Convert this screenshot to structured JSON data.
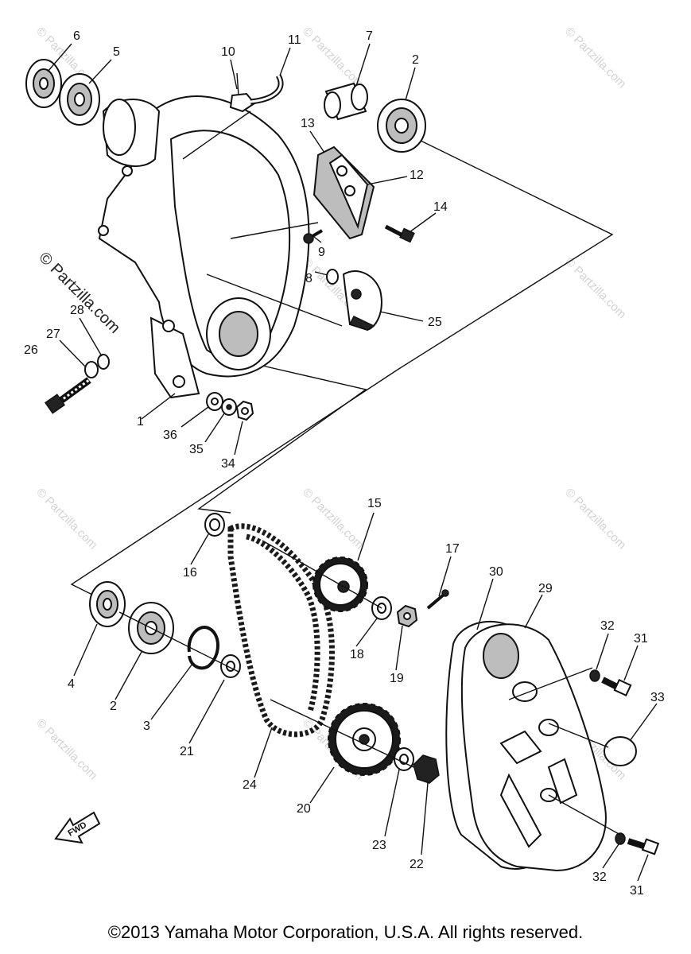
{
  "watermark": {
    "text": "© Partzilla.com"
  },
  "callouts": [
    {
      "id": "1",
      "label": "1"
    },
    {
      "id": "2a",
      "label": "2"
    },
    {
      "id": "2b",
      "label": "2"
    },
    {
      "id": "3",
      "label": "3"
    },
    {
      "id": "4",
      "label": "4"
    },
    {
      "id": "5",
      "label": "5"
    },
    {
      "id": "6",
      "label": "6"
    },
    {
      "id": "7",
      "label": "7"
    },
    {
      "id": "8",
      "label": "8"
    },
    {
      "id": "9",
      "label": "9"
    },
    {
      "id": "10",
      "label": "10"
    },
    {
      "id": "11",
      "label": "11"
    },
    {
      "id": "12",
      "label": "12"
    },
    {
      "id": "13",
      "label": "13"
    },
    {
      "id": "14",
      "label": "14"
    },
    {
      "id": "15",
      "label": "15"
    },
    {
      "id": "16",
      "label": "16"
    },
    {
      "id": "17",
      "label": "17"
    },
    {
      "id": "18",
      "label": "18"
    },
    {
      "id": "19",
      "label": "19"
    },
    {
      "id": "20",
      "label": "20"
    },
    {
      "id": "21",
      "label": "21"
    },
    {
      "id": "22",
      "label": "22"
    },
    {
      "id": "23",
      "label": "23"
    },
    {
      "id": "24",
      "label": "24"
    },
    {
      "id": "25",
      "label": "25"
    },
    {
      "id": "26",
      "label": "26"
    },
    {
      "id": "27",
      "label": "27"
    },
    {
      "id": "28",
      "label": "28"
    },
    {
      "id": "29",
      "label": "29"
    },
    {
      "id": "30",
      "label": "30"
    },
    {
      "id": "31a",
      "label": "31"
    },
    {
      "id": "31b",
      "label": "31"
    },
    {
      "id": "32a",
      "label": "32"
    },
    {
      "id": "32b",
      "label": "32"
    },
    {
      "id": "33",
      "label": "33"
    },
    {
      "id": "34",
      "label": "34"
    },
    {
      "id": "35",
      "label": "35"
    },
    {
      "id": "36",
      "label": "36"
    }
  ],
  "fwd_label": "FWD",
  "copyright": "©2013 Yamaha Motor Corporation, U.S.A. All rights reserved."
}
